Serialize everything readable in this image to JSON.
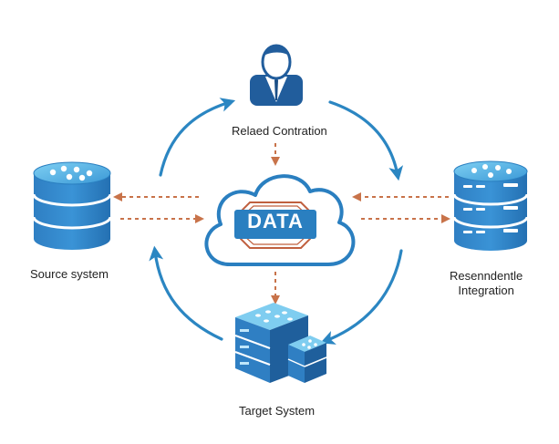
{
  "nodes": {
    "top": {
      "label": "Relaed Contration"
    },
    "left": {
      "label": "Source system"
    },
    "right": {
      "label_line1": "Resenndentle",
      "label_line2": "Integration"
    },
    "bottom": {
      "label": "Target System"
    },
    "center": {
      "label": "DATA"
    }
  },
  "colors": {
    "primary_blue": "#2a7fc0",
    "dark_blue": "#1f5f9c",
    "light_blue": "#6fc3ee",
    "cycle_arrow": "#2b86c2",
    "dashed_arrow": "#c8734a",
    "octagon": "#c0603f"
  },
  "icons": {
    "top": "person-icon",
    "left": "database-icon",
    "right": "server-stack-icon",
    "bottom": "server-rack-icon",
    "center": "cloud-icon"
  }
}
